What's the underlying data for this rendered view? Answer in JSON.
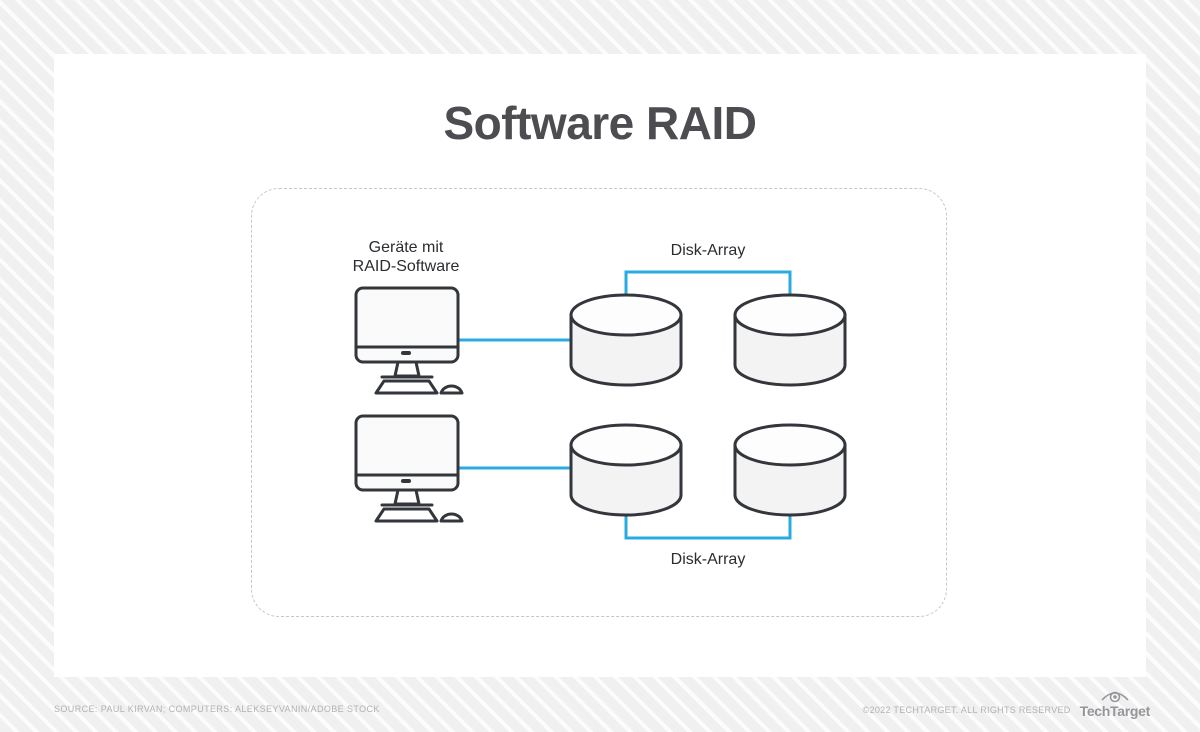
{
  "title": "Software RAID",
  "diagram": {
    "devices_label": "Geräte mit\nRAID-Software",
    "disk_array_label_top": "Disk-Array",
    "disk_array_label_bottom": "Disk-Array",
    "computer_count": 2,
    "disk_count": 4
  },
  "footer": {
    "source": "SOURCE: PAUL KIRVAN; COMPUTERS: ALEKSEYVANIN/ADOBE STOCK",
    "copyright": "©2022 TECHTARGET. ALL RIGHTS RESERVED",
    "brand": "TechTarget"
  },
  "colors": {
    "accent_blue": "#29abe2",
    "outline_dark": "#33363b",
    "title_gray": "#4d4d51",
    "footer_gray": "#b2b2b6",
    "brand_gray": "#96969a",
    "dash_gray": "#c6c6c9"
  }
}
